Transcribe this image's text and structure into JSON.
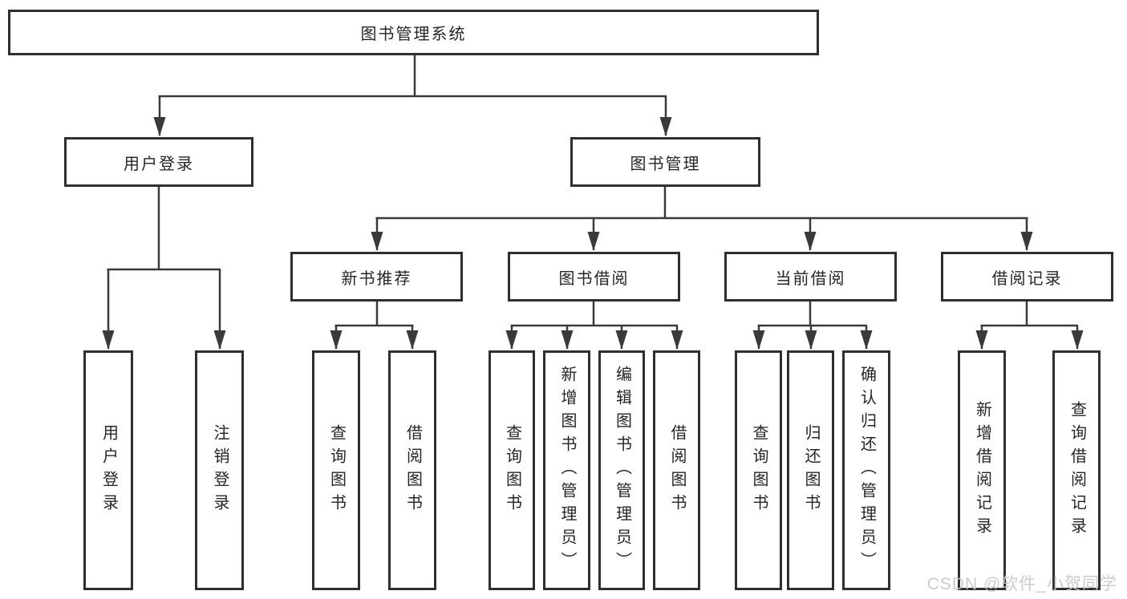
{
  "diagram_title": "图书管理系统",
  "tree": {
    "root": {
      "label": "图书管理系统"
    },
    "branches": [
      {
        "label": "用户登录",
        "children": [
          {
            "label": "用户登录"
          },
          {
            "label": "注销登录"
          }
        ]
      },
      {
        "label": "图书管理",
        "children": [
          {
            "label": "新书推荐",
            "children": [
              {
                "label": "查询图书"
              },
              {
                "label": "借阅图书"
              }
            ]
          },
          {
            "label": "图书借阅",
            "children": [
              {
                "label": "查询图书"
              },
              {
                "label": "新增图书（管理员）"
              },
              {
                "label": "编辑图书（管理员）"
              },
              {
                "label": "借阅图书"
              }
            ]
          },
          {
            "label": "当前借阅",
            "children": [
              {
                "label": "查询图书"
              },
              {
                "label": "归还图书"
              },
              {
                "label": "确认归还（管理员）"
              }
            ]
          },
          {
            "label": "借阅记录",
            "children": [
              {
                "label": "新增借阅记录"
              },
              {
                "label": "查询借阅记录"
              }
            ]
          }
        ]
      }
    ]
  },
  "watermark": {
    "text": "CSDN @软件_小贺同学",
    "color": "#c6c6c6"
  },
  "colors": {
    "background": "#ffffff",
    "box_border": "#2f2f2f",
    "connector_line": "#3a3a3a",
    "text": "#262626"
  }
}
